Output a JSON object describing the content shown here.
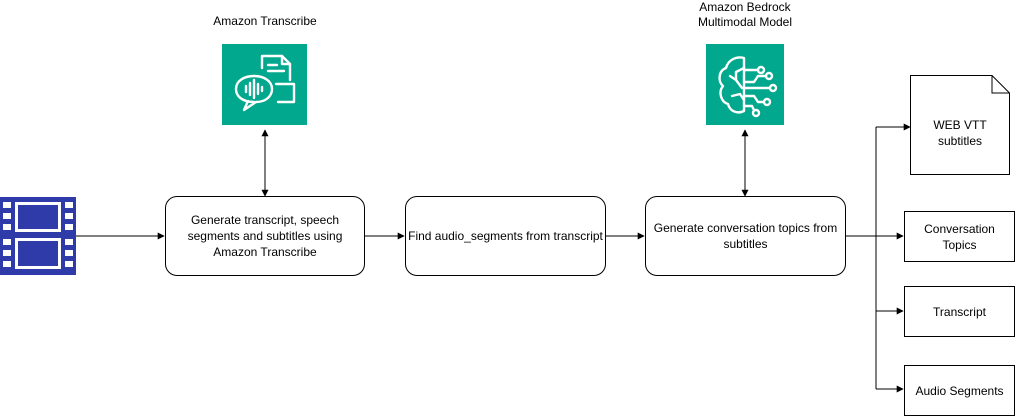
{
  "services": {
    "transcribe": {
      "title": "Amazon Transcribe",
      "icon": "amazon-transcribe-icon",
      "color": "#01A88D"
    },
    "bedrock": {
      "title_line1": "Amazon Bedrock",
      "title_line2": "Multimodal Model",
      "icon": "amazon-bedrock-icon",
      "color": "#01A88D"
    }
  },
  "input": {
    "icon": "video-film-icon",
    "color": "#2E3BA8"
  },
  "steps": {
    "generate_transcript": {
      "line1": "Generate transcript, speech",
      "line2": "segments and subtitles using",
      "line3": "Amazon Transcribe"
    },
    "find_audio": {
      "text": "Find audio_segments from transcript"
    },
    "generate_topics": {
      "line1": "Generate conversation topics from",
      "line2": "subtitles"
    }
  },
  "outputs": {
    "webvtt": {
      "line1": "WEB VTT",
      "line2": "subtitles"
    },
    "topics": {
      "line1": "Conversation",
      "line2": "Topics"
    },
    "transcript": {
      "text": "Transcript"
    },
    "audio_segments": {
      "text": "Audio Segments"
    }
  }
}
